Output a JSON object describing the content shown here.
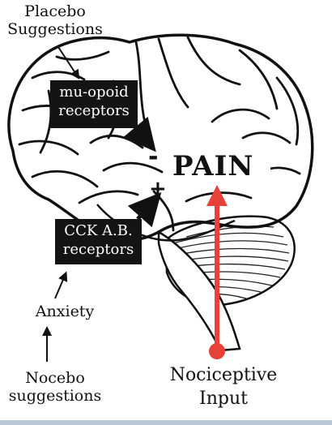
{
  "labels": {
    "placebo": "Placebo Suggestions",
    "mu_opioid": "mu-opoid receptors",
    "minus": "-",
    "plus": "+",
    "pain": "PAIN",
    "cck": "CCK A.B. receptors",
    "anxiety": "Anxiety",
    "nocebo": "Nocebo suggestions",
    "nociceptive": "Nociceptive Input"
  },
  "colors": {
    "arrow_red": "#e8413a",
    "box_fill": "#141414",
    "ink": "#111111"
  }
}
